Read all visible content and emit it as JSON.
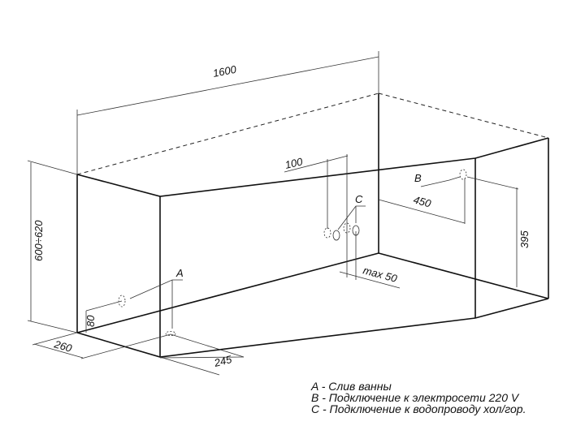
{
  "dimensions": {
    "length": "1600",
    "height": "600÷620",
    "drain_offset": "260",
    "drain_offset_2": "245",
    "drain_height": "80",
    "water_offset": "100",
    "water_spacing": "max 50",
    "power_offset": "450",
    "power_height": "395"
  },
  "markers": {
    "a": "A",
    "b": "B",
    "c": "C"
  },
  "legend": [
    "A - Слив ванны",
    "B - Подключение к электросети 220 V",
    "C - Подключение к водопроводу хол/гор."
  ]
}
